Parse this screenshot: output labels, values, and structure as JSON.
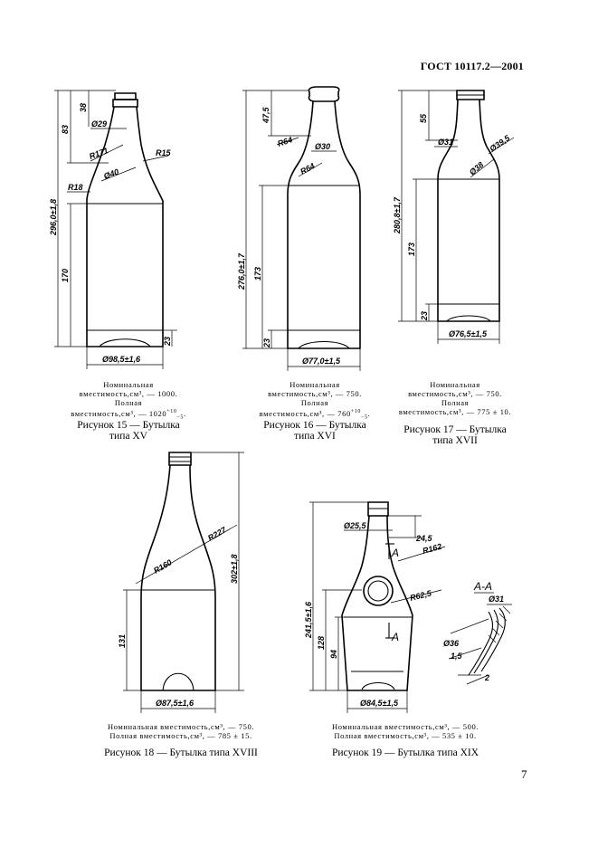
{
  "header": {
    "standard": "ГОСТ 10117.2—2001"
  },
  "page_number": "7",
  "figures": [
    {
      "id": "15",
      "caption": {
        "nominal_label": "Номинальная",
        "nominal_line": "вместимость,см³, — 1000.",
        "full_label": "Полная",
        "full_prefix": "вместимость,см³, — 1020",
        "full_sup": "+10",
        "full_sub": "−5",
        "full_suffix": "."
      },
      "title_line1": "Рисунок 15 — Бутылка",
      "title_line2": "типа XV",
      "dims": {
        "total": "296,0±1,8",
        "top": "83",
        "neck": "38",
        "body": "170",
        "base": "23",
        "d_neck": "Ø29",
        "r1": "R171",
        "d2": "Ø40",
        "r2": "R15",
        "r3": "R18",
        "d_body": "Ø98,5±1,6"
      }
    },
    {
      "id": "16",
      "caption": {
        "nominal_label": "Номинальная",
        "nominal_line": "вместимость,см³, — 750.",
        "full_label": "Полная",
        "full_prefix": "вместимость,см³, — 760",
        "full_sup": "+10",
        "full_sub": "−5",
        "full_suffix": "."
      },
      "title_line1": "Рисунок 16 — Бутылка",
      "title_line2": "типа XVI",
      "dims": {
        "total": "276,0±1,7",
        "body": "173",
        "neck": "47,5",
        "base": "23",
        "r1": "R64",
        "d_neck": "Ø30",
        "r2": "R64",
        "d_body": "Ø77,0±1,5"
      }
    },
    {
      "id": "17",
      "caption": {
        "nominal_label": "Номинальная",
        "nominal_line": "вместимость,см³, — 750.",
        "full_label": "Полная",
        "full_line": "вместимость,см³, — 775 ± 10."
      },
      "title_line1": "Рисунок 17 — Бутылка",
      "title_line2": "типа XVII",
      "dims": {
        "total": "280,8±1,7",
        "neck": "55",
        "body": "173",
        "base": "23",
        "d_neck": "Ø31",
        "d2": "Ø38",
        "d3": "Ø39,5",
        "d_body": "Ø76,5±1,5"
      }
    },
    {
      "id": "18",
      "caption": {
        "nominal_line": "Номинальная вместимость,см³, — 750.",
        "full_line": "Полная вместимость,см³, — 785 ± 15."
      },
      "title_line1": "Рисунок 18 — Бутылка типа XVIII",
      "dims": {
        "total": "302±1,8",
        "body": "131",
        "r1": "R227",
        "r2": "R160",
        "d_body": "Ø87,5±1,6"
      }
    },
    {
      "id": "19",
      "caption": {
        "nominal_line": "Номинальная вместимость,см³, — 500.",
        "full_line": "Полная вместимость,см³, — 535 ± 10."
      },
      "title_line1": "Рисунок 19 — Бутылка типа XIX",
      "dims": {
        "total": "241,5±1,6",
        "body": "128",
        "inner": "94",
        "d_neck": "Ø25,5",
        "neck": "24,5",
        "r1": "R162",
        "r2": "R62,5",
        "d_body": "Ø84,5±1,5",
        "section_mark": "A",
        "section_title": "А-А",
        "s_d1": "Ø31",
        "s_d2": "Ø36",
        "s_1": "1,5",
        "s_2": "2"
      }
    }
  ]
}
